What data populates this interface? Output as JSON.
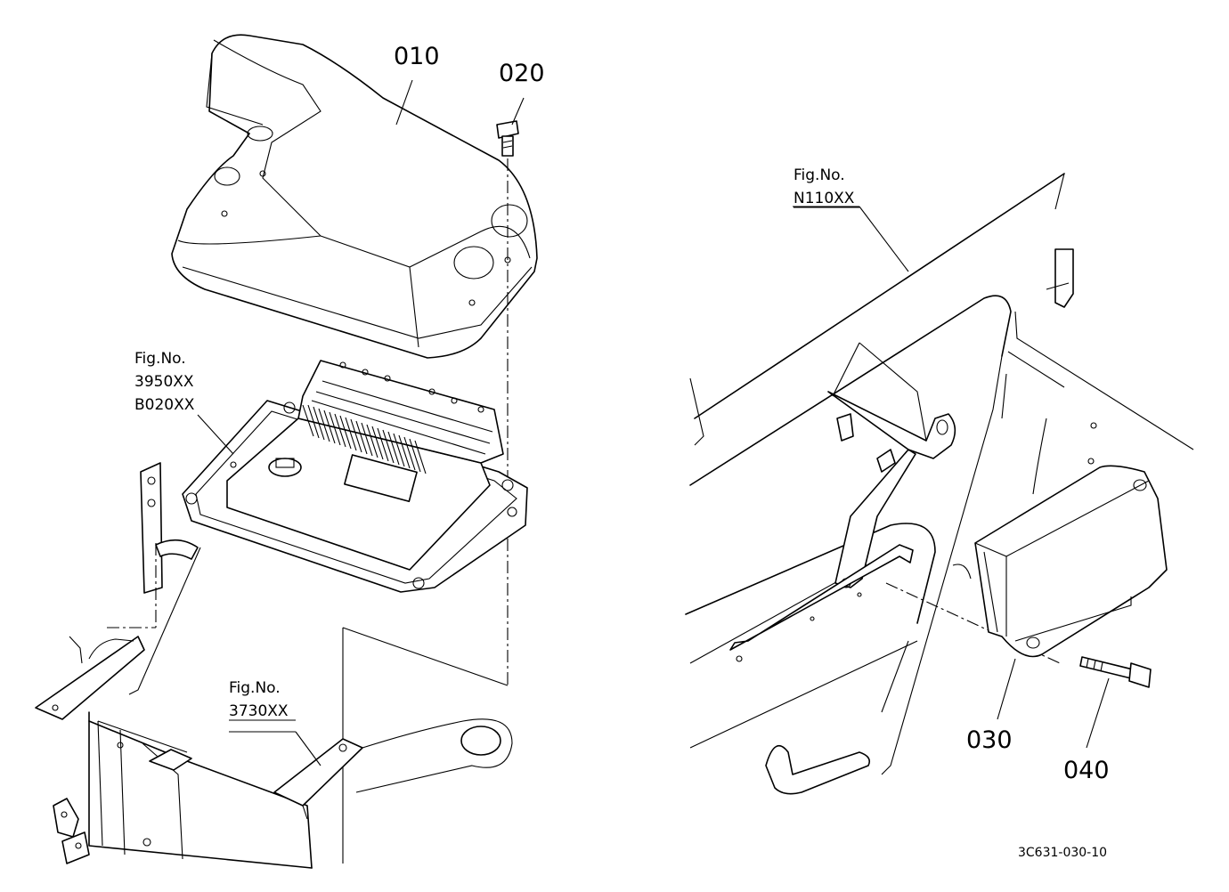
{
  "parts": {
    "p010": "010",
    "p020": "020",
    "p030": "030",
    "p040": "040"
  },
  "figrefs": {
    "fig_label": "Fig.No.",
    "ref_n110": "N110XX",
    "ref_3950": "3950XX",
    "ref_b020": "B020XX",
    "ref_3730": "3730XX"
  },
  "drawing_code": "3C631-030-10"
}
